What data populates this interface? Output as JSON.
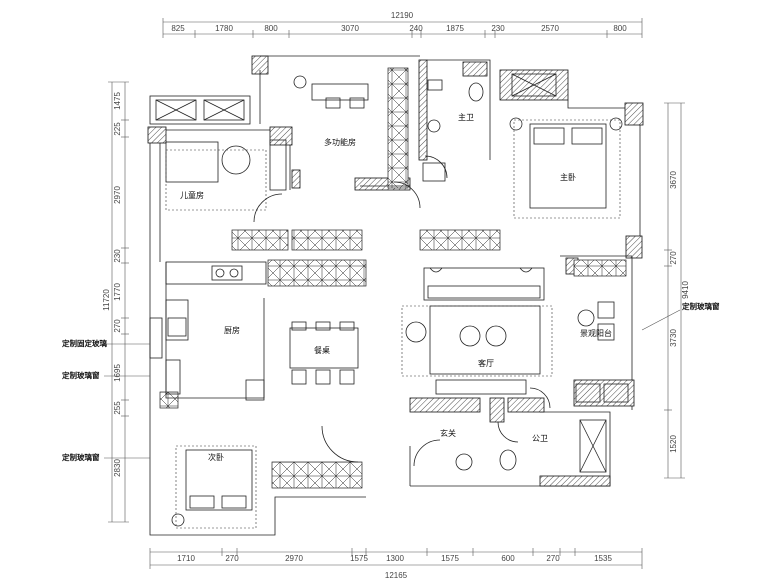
{
  "dimensions": {
    "top_total": "12190",
    "top_segments": [
      "825",
      "1780",
      "800",
      "3070",
      "240",
      "1875",
      "230",
      "2570",
      "800"
    ],
    "bottom_total": "12165",
    "bottom_segments": [
      "1710",
      "270",
      "2970",
      "1575",
      "1300",
      "1575",
      "600",
      "270",
      "1535"
    ],
    "left_total": "11720",
    "left_segments": [
      "1475",
      "225",
      "2970",
      "230",
      "1770",
      "270",
      "1695",
      "255",
      "2830"
    ],
    "right_total": "9410",
    "right_segments": [
      "3670",
      "270",
      "3730",
      "1520"
    ]
  },
  "rooms": {
    "multi_function": "多功能房",
    "master_bath": "主卫",
    "master_bedroom": "主卧",
    "kids_room": "儿童房",
    "kitchen": "厨房",
    "dining": "餐桌",
    "living": "客厅",
    "balcony": "景观阳台",
    "second_bedroom": "次卧",
    "entrance": "玄关",
    "public_bath": "公卫"
  },
  "notes": {
    "fixed_glass": "定制固定玻璃",
    "glass_window_1": "定制玻璃窗",
    "glass_window_2": "定制玻璃窗",
    "glass_window_right": "定制玻璃窗"
  }
}
